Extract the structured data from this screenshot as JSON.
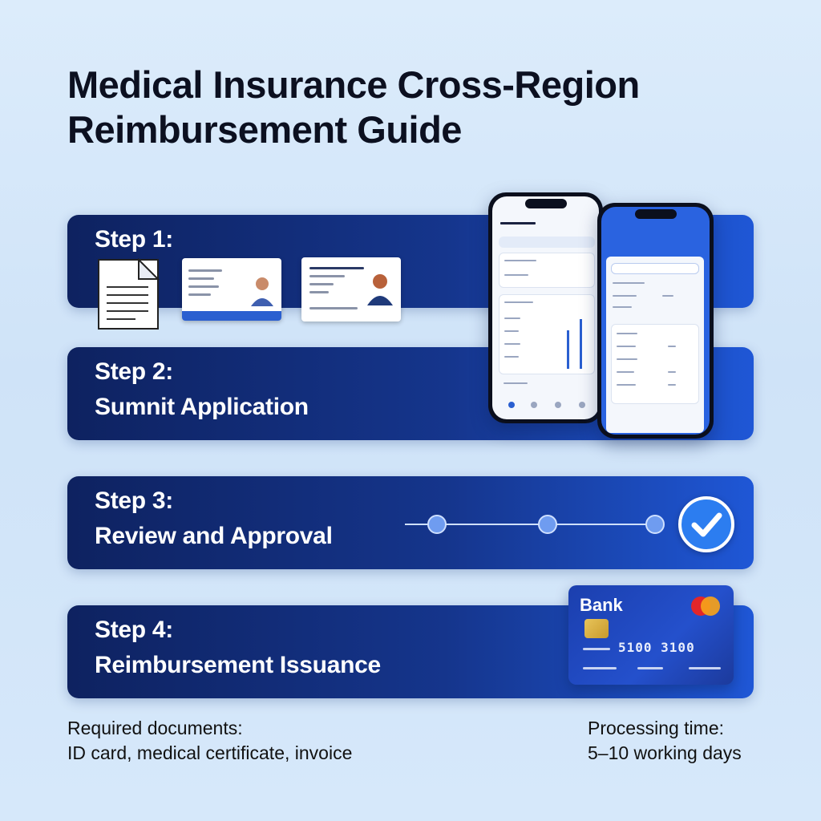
{
  "title": {
    "line1": "Medical Insurance Cross-Region",
    "line2": "Reimbursement Guide"
  },
  "steps": [
    {
      "label": "Step 1:",
      "text": ""
    },
    {
      "label": "Step 2:",
      "text": "Sumnit Application"
    },
    {
      "label": "Step 3:",
      "text": "Review and Approval"
    },
    {
      "label": "Step 4:",
      "text": "Reimbursement Issuance"
    }
  ],
  "bank_card": {
    "name": "Bank",
    "number": "5100 3100"
  },
  "footer": {
    "documents_label": "Required documents:",
    "documents_value": "ID card, medical certificate, invoice",
    "time_label": "Processing time:",
    "time_value": "5–10 working days"
  },
  "progress": {
    "completed_steps": 3,
    "total_steps": 4
  },
  "colors": {
    "step_bar_dark": "#0e2260",
    "step_bar_light": "#1f57d6",
    "accent_blue": "#2c7df0"
  },
  "icons": [
    "document-icon",
    "id-card-icon",
    "phone-app-icon",
    "checkmark-icon",
    "bank-card-icon"
  ]
}
